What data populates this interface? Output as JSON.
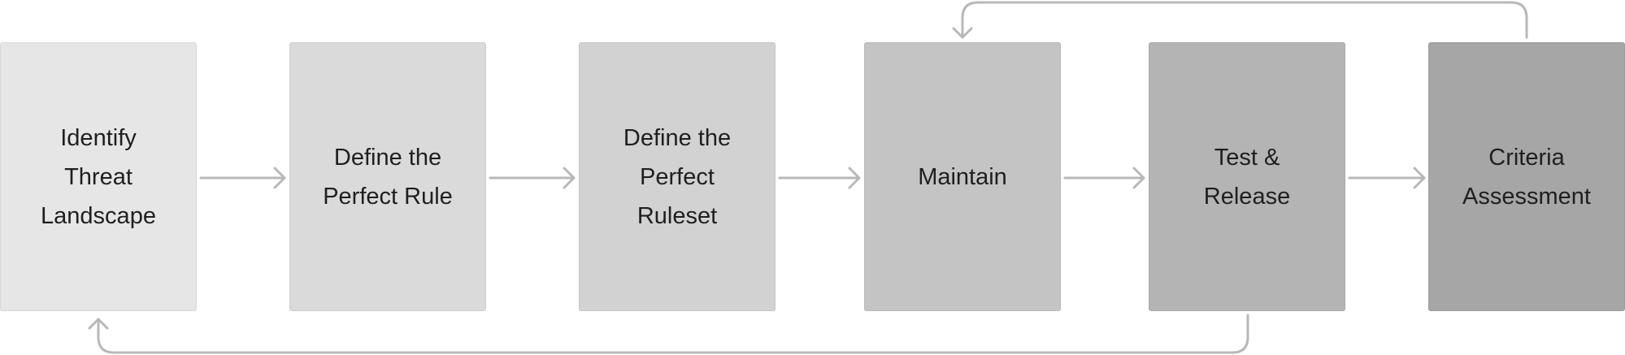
{
  "steps": [
    {
      "id": "identify",
      "label": "Identify\nThreat\nLandscape",
      "fill": "#e6e6e6"
    },
    {
      "id": "define-rule",
      "label": "Define the\nPerfect Rule",
      "fill": "#dadada"
    },
    {
      "id": "define-ruleset",
      "label": "Define the\nPerfect\nRuleset",
      "fill": "#d2d2d2"
    },
    {
      "id": "maintain",
      "label": "Maintain",
      "fill": "#c4c4c4"
    },
    {
      "id": "test-release",
      "label": "Test &\nRelease",
      "fill": "#b4b4b4"
    },
    {
      "id": "criteria",
      "label": "Criteria\nAssessment",
      "fill": "#a6a6a6"
    }
  ],
  "colors": {
    "connector": "#b8b8b8",
    "text": "#1f1f1f"
  }
}
